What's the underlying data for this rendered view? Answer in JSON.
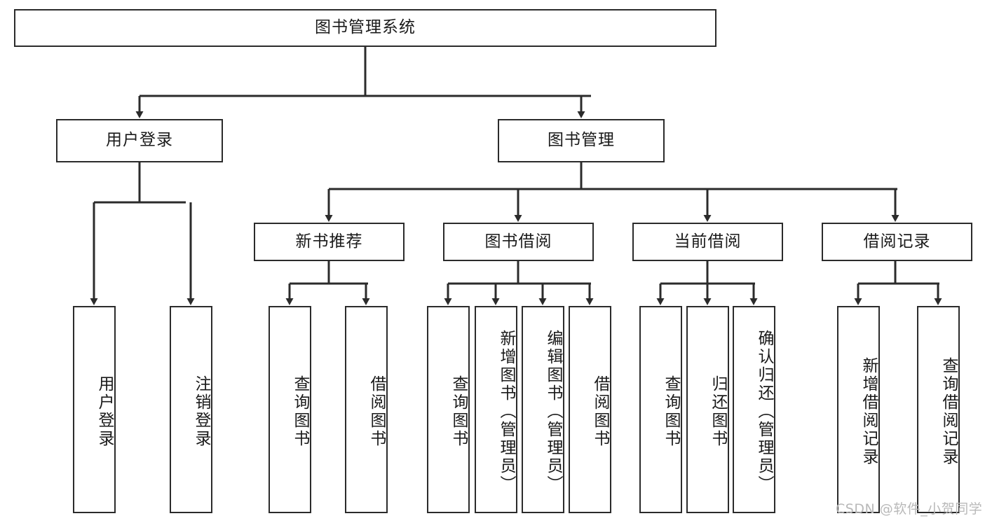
{
  "diagram": {
    "type": "hierarchy-tree",
    "title": "图书管理系统",
    "watermark": "CSDN @软件_小贺同学",
    "colors": {
      "stroke": "#2b2b2b",
      "fill": "#ffffff",
      "text": "#1a1a1a",
      "watermark": "#b9b9b9"
    },
    "nodes": {
      "root": {
        "label": "图书管理系统"
      },
      "level2": [
        {
          "id": "user-login",
          "label": "用户登录"
        },
        {
          "id": "book-manage",
          "label": "图书管理"
        }
      ],
      "level3": [
        {
          "id": "new-book-recommend",
          "label": "新书推荐"
        },
        {
          "id": "book-borrow",
          "label": "图书借阅"
        },
        {
          "id": "current-borrow",
          "label": "当前借阅"
        },
        {
          "id": "borrow-record",
          "label": "借阅记录"
        }
      ],
      "leaves": {
        "user-login": [
          {
            "id": "leaf-user-login",
            "label": "用户登录"
          },
          {
            "id": "leaf-logout",
            "label": "注销登录"
          }
        ],
        "new-book-recommend": [
          {
            "id": "leaf-query-book-1",
            "label": "查询图书"
          },
          {
            "id": "leaf-borrow-book-1",
            "label": "借阅图书"
          }
        ],
        "book-borrow": [
          {
            "id": "leaf-query-book-2",
            "label": "查询图书"
          },
          {
            "id": "leaf-add-book",
            "label": "新增图书（管理员）"
          },
          {
            "id": "leaf-edit-book",
            "label": "编辑图书（管理员）"
          },
          {
            "id": "leaf-borrow-book-2",
            "label": "借阅图书"
          }
        ],
        "current-borrow": [
          {
            "id": "leaf-query-book-3",
            "label": "查询图书"
          },
          {
            "id": "leaf-return-book",
            "label": "归还图书"
          },
          {
            "id": "leaf-confirm-return",
            "label": "确认归还（管理员）"
          }
        ],
        "borrow-record": [
          {
            "id": "leaf-add-record",
            "label": "新增借阅记录"
          },
          {
            "id": "leaf-query-record",
            "label": "查询借阅记录"
          }
        ]
      }
    }
  }
}
